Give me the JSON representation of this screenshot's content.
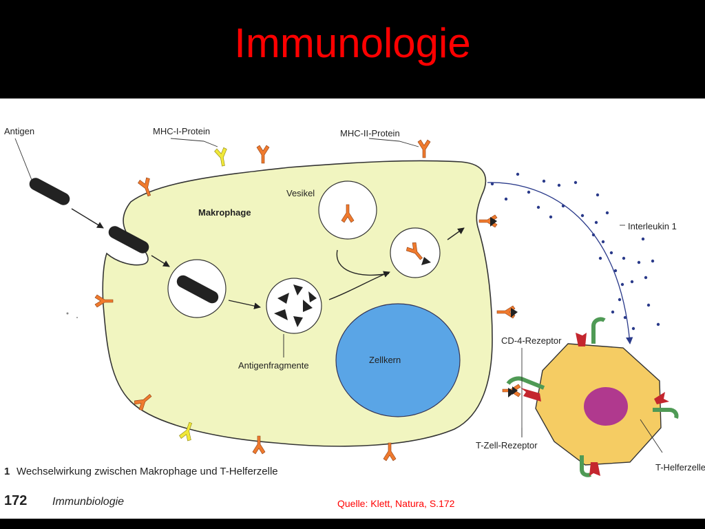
{
  "slide": {
    "title": "Immunologie",
    "source": "Quelle: Klett, Natura, S.172"
  },
  "figure": {
    "labels": {
      "antigen": "Antigen",
      "mhc1": "MHC-I-Protein",
      "mhc2": "MHC-II-Protein",
      "macrophage": "Makrophage",
      "vesicle": "Vesikel",
      "interleukin": "Interleukin 1",
      "fragments": "Antigenfragmente",
      "nucleus": "Zellkern",
      "cd4": "CD-4-Rezeptor",
      "tcell_receptor": "T-Zell-Rezeptor",
      "thelper": "T-Helferzelle"
    },
    "caption_number": "1",
    "caption": "Wechselwirkung zwischen Makrophage und T-Helferzelle",
    "page_number": "172",
    "book_section": "Immunbiologie"
  },
  "colors": {
    "title": "#ff0000",
    "macrophage_fill": "#f1f5c0",
    "mhc2_orange": "#ef7a2e",
    "mhc1_yellow": "#f0e83a",
    "nucleus_blue": "#5aa5e6",
    "tcell_fill": "#f5cc63",
    "tcell_nucleus": "#b0398e",
    "interleukin_dots": "#2a3a8a",
    "cd4_green": "#4f9a55",
    "tcr_red": "#c4262e"
  }
}
